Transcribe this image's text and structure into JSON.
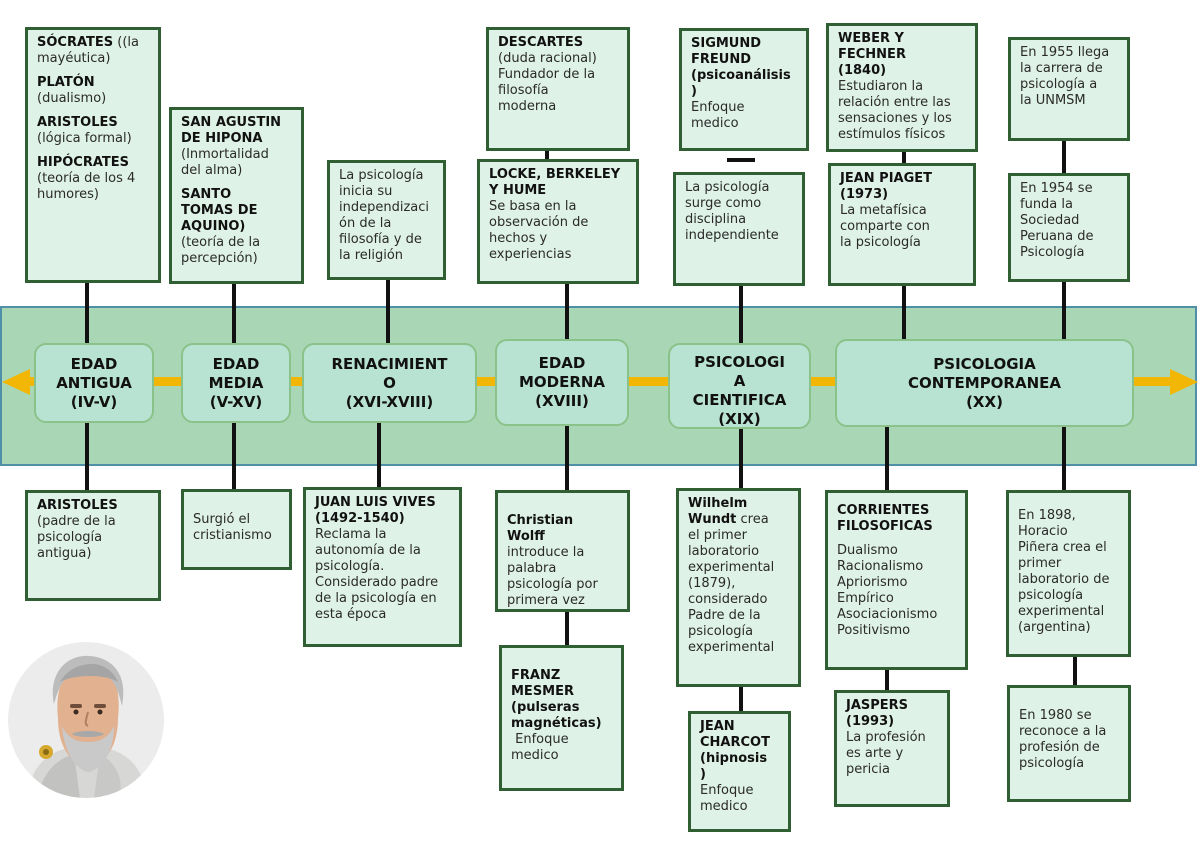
{
  "eras": [
    {
      "id": "antigua",
      "lines": [
        "EDAD",
        "ANTIGUA",
        "(IV-V)"
      ]
    },
    {
      "id": "media",
      "lines": [
        "EDAD",
        "MEDIA",
        "(V-XV)"
      ]
    },
    {
      "id": "renacimiento",
      "lines": [
        "RENACIMIENT",
        "O",
        "(XVI-XVIII)"
      ]
    },
    {
      "id": "moderna",
      "lines": [
        "EDAD",
        "MODERNA",
        "(XVIII)"
      ]
    },
    {
      "id": "cientifica",
      "lines": [
        "PSICOLOGI",
        "A",
        "CIENTIFICA",
        "(XIX)"
      ]
    },
    {
      "id": "contemporanea",
      "lines": [
        "PSICOLOGIA",
        "CONTEMPORANEA",
        "(XX)"
      ]
    }
  ],
  "boxes": [
    {
      "id": "antigua-top",
      "lines": [
        {
          "t": "SÓCRATES",
          "b": true,
          "tail": " ((la"
        },
        {
          "t": "mayéutica)"
        },
        {
          "t": ""
        },
        {
          "t": "PLATÓN",
          "b": true
        },
        {
          "t": "(dualismo)"
        },
        {
          "t": ""
        },
        {
          "t": "ARISTOLES",
          "b": true
        },
        {
          "t": "(lógica formal)"
        },
        {
          "t": ""
        },
        {
          "t": "HIPÓCRATES",
          "b": true
        },
        {
          "t": "(teoría de los 4"
        },
        {
          "t": "humores)"
        }
      ]
    },
    {
      "id": "media-top",
      "lines": [
        {
          "t": "SAN AGUSTIN",
          "b": true
        },
        {
          "t": "DE HIPONA",
          "b": true
        },
        {
          "t": "(Inmortalidad"
        },
        {
          "t": "del alma)"
        },
        {
          "t": ""
        },
        {
          "t": "SANTO",
          "b": true
        },
        {
          "t": "TOMAS DE",
          "b": true
        },
        {
          "t": "AQUINO)",
          "b": true
        },
        {
          "t": "(teoría de la"
        },
        {
          "t": "percepción)"
        }
      ]
    },
    {
      "id": "renacimiento-top",
      "lines": [
        {
          "t": "La psicología"
        },
        {
          "t": "inicia su"
        },
        {
          "t": "independizaci"
        },
        {
          "t": "ón de la"
        },
        {
          "t": "filosofía y de"
        },
        {
          "t": "la religión"
        }
      ]
    },
    {
      "id": "descartes",
      "lines": [
        {
          "t": "DESCARTES",
          "b": true
        },
        {
          "t": "(duda racional)"
        },
        {
          "t": "Fundador de la"
        },
        {
          "t": "filosofía"
        },
        {
          "t": "moderna"
        }
      ]
    },
    {
      "id": "locke",
      "lines": [
        {
          "t": "LOCKE, BERKELEY",
          "b": true
        },
        {
          "t": "Y HUME",
          "b": true
        },
        {
          "t": "Se basa en la"
        },
        {
          "t": "observación de"
        },
        {
          "t": "hechos y"
        },
        {
          "t": "experiencias"
        }
      ]
    },
    {
      "id": "freud",
      "lines": [
        {
          "t": "SIGMUND",
          "b": true
        },
        {
          "t": "FREUND",
          "b": true
        },
        {
          "t": "(psicoanálisis",
          "b": true
        },
        {
          "t": ")",
          "b": true
        },
        {
          "t": "Enfoque"
        },
        {
          "t": "medico"
        }
      ]
    },
    {
      "id": "cientifica-top",
      "lines": [
        {
          "t": "La psicología"
        },
        {
          "t": "surge como"
        },
        {
          "t": "disciplina"
        },
        {
          "t": "independiente"
        }
      ]
    },
    {
      "id": "weber",
      "lines": [
        {
          "t": "WEBER Y",
          "b": true
        },
        {
          "t": "FECHNER",
          "b": true
        },
        {
          "t": "(1840)",
          "b": true
        },
        {
          "t": "Estudiaron la"
        },
        {
          "t": "relación entre las"
        },
        {
          "t": "sensaciones y los"
        },
        {
          "t": "estímulos físicos"
        }
      ]
    },
    {
      "id": "piaget",
      "lines": [
        {
          "t": "JEAN PIAGET",
          "b": true
        },
        {
          "t": "(1973)",
          "b": true
        },
        {
          "t": "La metafísica"
        },
        {
          "t": "comparte con"
        },
        {
          "t": "la psicología"
        }
      ]
    },
    {
      "id": "unmsm",
      "lines": [
        {
          "t": "En 1955 llega"
        },
        {
          "t": "la carrera de"
        },
        {
          "t": "psicología a"
        },
        {
          "t": "la UNMSM"
        }
      ]
    },
    {
      "id": "sociedad",
      "lines": [
        {
          "t": "En 1954 se"
        },
        {
          "t": "funda la"
        },
        {
          "t": "Sociedad"
        },
        {
          "t": "Peruana de"
        },
        {
          "t": "Psicología"
        }
      ]
    },
    {
      "id": "aristoles-bottom",
      "lines": [
        {
          "t": "ARISTOLES",
          "b": true
        },
        {
          "t": "(padre de la"
        },
        {
          "t": "psicología"
        },
        {
          "t": "antigua)"
        }
      ]
    },
    {
      "id": "media-bottom",
      "lines": [
        {
          "t": "Surgió el"
        },
        {
          "t": "cristianismo"
        }
      ]
    },
    {
      "id": "vives",
      "lines": [
        {
          "t": "JUAN LUIS VIVES",
          "b": true
        },
        {
          "t": "(1492-1540)",
          "b": true
        },
        {
          "t": "Reclama la"
        },
        {
          "t": "autonomía de la"
        },
        {
          "t": "psicología."
        },
        {
          "t": "Considerado padre"
        },
        {
          "t": "de la psicología en"
        },
        {
          "t": "esta época"
        }
      ]
    },
    {
      "id": "wolff",
      "lines": [
        {
          "t": "Christian",
          "b": true
        },
        {
          "t": "Wolff",
          "b": true
        },
        {
          "t": "introduce la"
        },
        {
          "t": "palabra"
        },
        {
          "t": "psicología por"
        },
        {
          "t": "primera vez"
        }
      ]
    },
    {
      "id": "mesmer",
      "lines": [
        {
          "t": "FRANZ",
          "b": true
        },
        {
          "t": "MESMER",
          "b": true
        },
        {
          "t": "(pulseras",
          "b": true
        },
        {
          "t": "magnéticas)",
          "b": true
        },
        {
          "t": " Enfoque"
        },
        {
          "t": "medico"
        }
      ]
    },
    {
      "id": "wundt",
      "lines": [
        {
          "t": "Wilhelm",
          "b": true
        },
        {
          "t": "Wundt",
          "b": true,
          "tail": " crea"
        },
        {
          "t": "el primer"
        },
        {
          "t": "laboratorio"
        },
        {
          "t": "experimental"
        },
        {
          "t": "(1879),"
        },
        {
          "t": "considerado"
        },
        {
          "t": "Padre de la"
        },
        {
          "t": "psicología"
        },
        {
          "t": "experimental"
        }
      ]
    },
    {
      "id": "charcot",
      "lines": [
        {
          "t": "JEAN",
          "b": true
        },
        {
          "t": "CHARCOT",
          "b": true
        },
        {
          "t": "(hipnosis",
          "b": true
        },
        {
          "t": ")",
          "b": true
        },
        {
          "t": "Enfoque"
        },
        {
          "t": "medico"
        }
      ]
    },
    {
      "id": "corrientes",
      "lines": [
        {
          "t": "CORRIENTES",
          "b": true
        },
        {
          "t": "FILOSOFICAS",
          "b": true
        },
        {
          "t": ""
        },
        {
          "t": "Dualismo"
        },
        {
          "t": "Racionalismo"
        },
        {
          "t": "Apriorismo"
        },
        {
          "t": "Empírico"
        },
        {
          "t": "Asociacionismo"
        },
        {
          "t": "Positivismo"
        }
      ]
    },
    {
      "id": "jaspers",
      "lines": [
        {
          "t": "JASPERS",
          "b": true
        },
        {
          "t": "(1993)",
          "b": true
        },
        {
          "t": "La profesión"
        },
        {
          "t": "es arte y"
        },
        {
          "t": "pericia"
        }
      ]
    },
    {
      "id": "pinera",
      "lines": [
        {
          "t": "En 1898,"
        },
        {
          "t": "Horacio"
        },
        {
          "t": "Piñera crea el"
        },
        {
          "t": "primer"
        },
        {
          "t": "laboratorio de"
        },
        {
          "t": "psicología"
        },
        {
          "t": "experimental"
        },
        {
          "t": "(argentina)"
        }
      ]
    },
    {
      "id": "profesion",
      "lines": [
        {
          "t": "En 1980 se"
        },
        {
          "t": "reconoce a la"
        },
        {
          "t": "profesión de"
        },
        {
          "t": "psicología"
        }
      ]
    }
  ],
  "colors": {
    "band": "#a9d7b6",
    "box_fill": "#dff2e7",
    "box_border": "#2f5f33",
    "arrow": "#f2b705",
    "era_fill": "#b8e2d2"
  },
  "icons": {
    "portrait": "aristotle-portrait-illustration"
  }
}
